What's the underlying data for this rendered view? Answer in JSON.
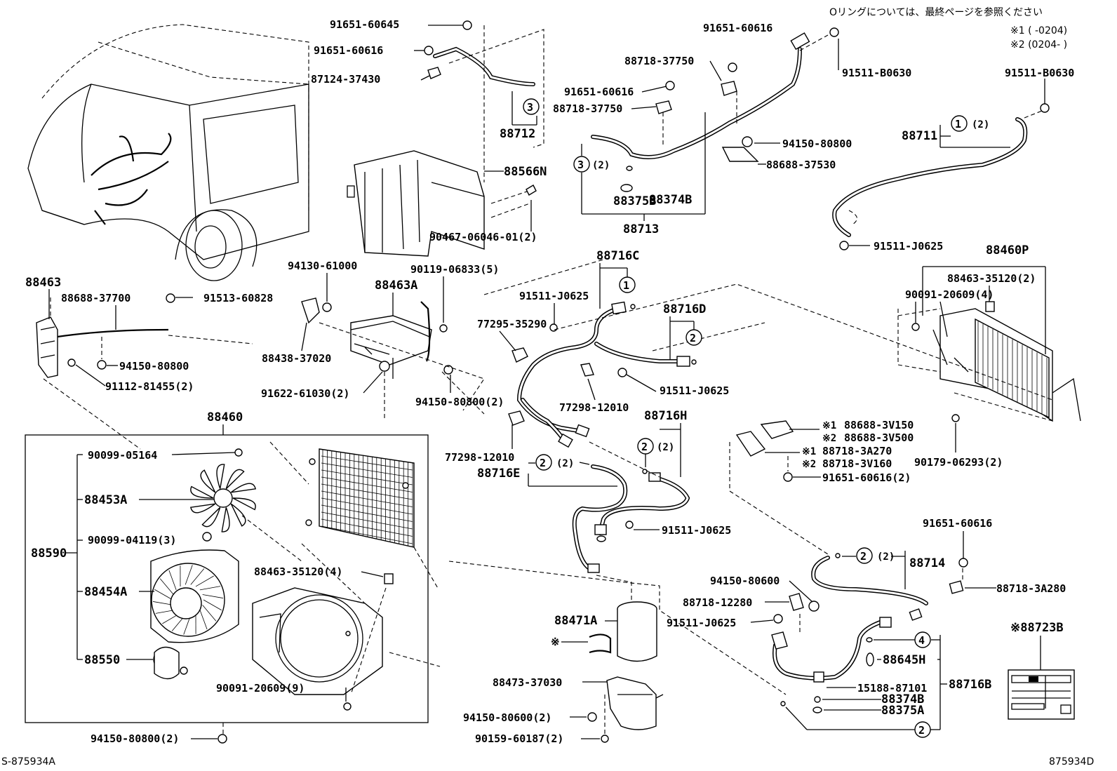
{
  "notes": {
    "oring": "Oリングについては、最終ページを参照ください",
    "note1": "※1 (      -0204)",
    "note2": "※2 (0204-       )"
  },
  "codes": {
    "left": "S-875934A",
    "right": "875934D"
  },
  "labels": [
    {
      "id": "p91651-60645",
      "text": "91651-60645"
    },
    {
      "id": "p91651-60616-a",
      "text": "91651-60616"
    },
    {
      "id": "p87124-37430",
      "text": "87124-37430"
    },
    {
      "id": "p88712",
      "text": "88712"
    },
    {
      "id": "p88566N",
      "text": "88566N"
    },
    {
      "id": "p90467",
      "text": "90467-06046-01(2)"
    },
    {
      "id": "p91651-60616-b",
      "text": "91651-60616"
    },
    {
      "id": "p88718-37750-a",
      "text": "88718-37750"
    },
    {
      "id": "p91651-60616-c",
      "text": "91651-60616"
    },
    {
      "id": "p88718-37750-b",
      "text": "88718-37750"
    },
    {
      "id": "p91511-B0630-a",
      "text": "91511-B0630"
    },
    {
      "id": "p94150-80800-a",
      "text": "94150-80800"
    },
    {
      "id": "p88688-37530",
      "text": "88688-37530"
    },
    {
      "id": "p88375B",
      "text": "88375B"
    },
    {
      "id": "p88374B",
      "text": "88374B"
    },
    {
      "id": "p88713",
      "text": "88713"
    },
    {
      "id": "p91511-B0630-b",
      "text": "91511-B0630"
    },
    {
      "id": "p88711",
      "text": "88711"
    },
    {
      "id": "p91511-J0625-a",
      "text": "91511-J0625"
    },
    {
      "id": "p88460P",
      "text": "88460P"
    },
    {
      "id": "p88463-35120-2",
      "text": "88463-35120(2)"
    },
    {
      "id": "p90091-20609-4",
      "text": "90091-20609(4)"
    },
    {
      "id": "p90179-06293",
      "text": "90179-06293(2)"
    },
    {
      "id": "p88463",
      "text": "88463"
    },
    {
      "id": "p88688-37700",
      "text": "88688-37700"
    },
    {
      "id": "p91513-60828",
      "text": "91513-60828"
    },
    {
      "id": "p94150-80800-b",
      "text": "94150-80800"
    },
    {
      "id": "p91112-81455",
      "text": "91112-81455(2)"
    },
    {
      "id": "p94130-61000",
      "text": "94130-61000"
    },
    {
      "id": "p88463A",
      "text": "88463A"
    },
    {
      "id": "p90119-06833",
      "text": "90119-06833(5)"
    },
    {
      "id": "p88438-37020",
      "text": "88438-37020"
    },
    {
      "id": "p91622-61030",
      "text": "91622-61030(2)"
    },
    {
      "id": "p94150-80800-c",
      "text": "94150-80800(2)"
    },
    {
      "id": "p88716C",
      "text": "88716C"
    },
    {
      "id": "p91511-J0625-b",
      "text": "91511-J0625"
    },
    {
      "id": "p77295-35290",
      "text": "77295-35290"
    },
    {
      "id": "p88716D",
      "text": "88716D"
    },
    {
      "id": "p91511-J0625-c",
      "text": "91511-J0625"
    },
    {
      "id": "p77298-12010-a",
      "text": "77298-12010"
    },
    {
      "id": "p77298-12010-b",
      "text": "77298-12010"
    },
    {
      "id": "p88716H",
      "text": "88716H"
    },
    {
      "id": "p88716E",
      "text": "88716E"
    },
    {
      "id": "p91511-J0625-d",
      "text": "91511-J0625"
    },
    {
      "id": "p88688-3V150",
      "text": "88688-3V150"
    },
    {
      "id": "p88688-3V500",
      "text": "88688-3V500"
    },
    {
      "id": "p88718-3A270",
      "text": "88718-3A270"
    },
    {
      "id": "p88718-3V160",
      "text": "88718-3V160"
    },
    {
      "id": "p91651-60616-2",
      "text": "91651-60616(2)"
    },
    {
      "id": "p88460",
      "text": "88460"
    },
    {
      "id": "p90099-05164",
      "text": "90099-05164"
    },
    {
      "id": "p88453A",
      "text": "88453A"
    },
    {
      "id": "p90099-04119",
      "text": "90099-04119(3)"
    },
    {
      "id": "p88590",
      "text": "88590"
    },
    {
      "id": "p88454A",
      "text": "88454A"
    },
    {
      "id": "p88550",
      "text": "88550"
    },
    {
      "id": "p88463-35120-4",
      "text": "88463-35120(4)"
    },
    {
      "id": "p90091-20609-9",
      "text": "90091-20609(9)"
    },
    {
      "id": "p94150-80800-d",
      "text": "94150-80800(2)"
    },
    {
      "id": "p88471A",
      "text": "88471A"
    },
    {
      "id": "p88473-37030",
      "text": "88473-37030"
    },
    {
      "id": "p94150-80600-2",
      "text": "94150-80600(2)"
    },
    {
      "id": "p90159-60187",
      "text": "90159-60187(2)"
    },
    {
      "id": "p91651-60616-d",
      "text": "91651-60616"
    },
    {
      "id": "p88714",
      "text": "88714"
    },
    {
      "id": "p94150-80600",
      "text": "94150-80600"
    },
    {
      "id": "p88718-3A280",
      "text": "88718-3A280"
    },
    {
      "id": "p88718-12280",
      "text": "88718-12280"
    },
    {
      "id": "p91511-J0625-e",
      "text": "91511-J0625"
    },
    {
      "id": "p88645H",
      "text": "88645H"
    },
    {
      "id": "p15188-87101",
      "text": "15188-87101"
    },
    {
      "id": "p88716B",
      "text": "88716B"
    },
    {
      "id": "p88374B-2",
      "text": "88374B"
    },
    {
      "id": "p88375A",
      "text": "88375A"
    },
    {
      "id": "p88723B",
      "text": "※88723B"
    }
  ],
  "symbols": {
    "circled1": "1",
    "circled2": "2",
    "circled3": "3",
    "circled4": "4",
    "qty2": "(2)",
    "note_mark": "※",
    "mark1": "※1",
    "mark2": "※2"
  }
}
